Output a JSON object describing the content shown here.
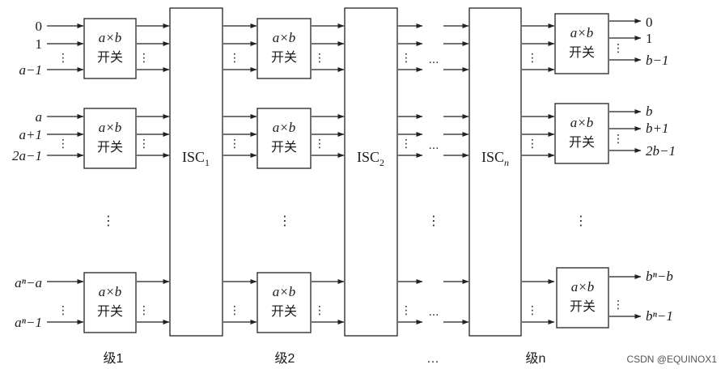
{
  "switch": {
    "top": "a×b",
    "bottom": "开关"
  },
  "isc": {
    "isc1": {
      "base": "ISC",
      "sub": "1"
    },
    "isc2": {
      "base": "ISC",
      "sub": "2"
    },
    "iscn": {
      "base": "ISC",
      "sub": "n"
    }
  },
  "inputs": {
    "g1": [
      "0",
      "1",
      "a−1"
    ],
    "g2": [
      "a",
      "a+1",
      "2a−1"
    ],
    "g3": [
      "aⁿ−a",
      "aⁿ−1"
    ]
  },
  "outputs": {
    "g1": [
      "0",
      "1",
      "b−1"
    ],
    "g2": [
      "b",
      "b+1",
      "2b−1"
    ],
    "g3": [
      "bⁿ−b",
      "bⁿ−1"
    ]
  },
  "stages": [
    "级1",
    "级2",
    "…",
    "级n"
  ],
  "watermark": "CSDN @EQUINOX1"
}
